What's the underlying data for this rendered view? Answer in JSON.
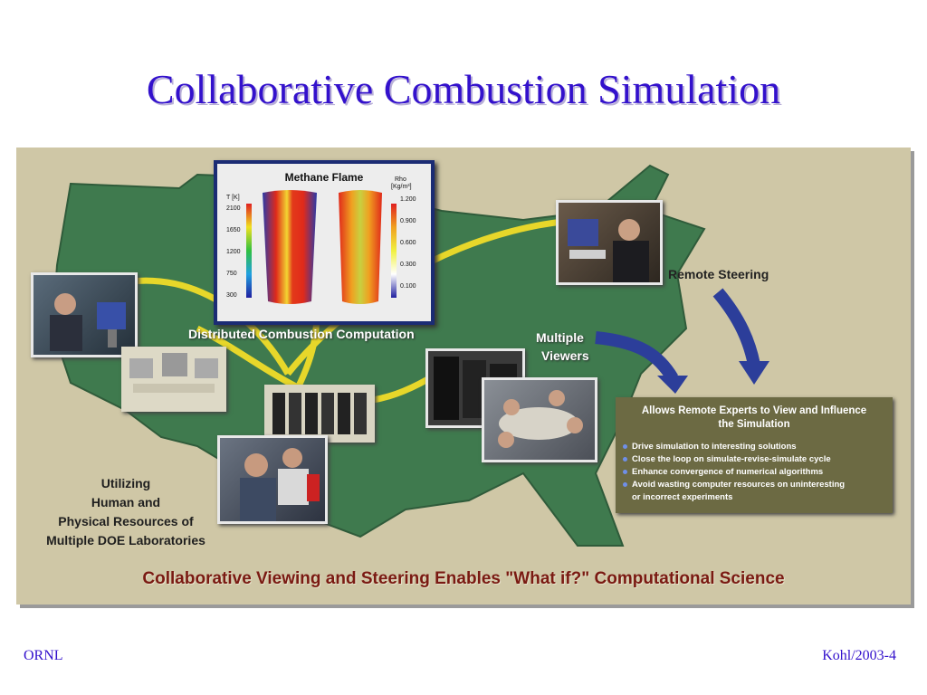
{
  "slide": {
    "title": "Collaborative Combustion Simulation",
    "footer_left": "ORNL",
    "footer_right": "Kohl/2003-4"
  },
  "poster": {
    "flame_chart": {
      "title": "Methane Flame",
      "left_axis_label": "T [K]",
      "left_ticks": [
        "2100",
        "1650",
        "1200",
        "750",
        "300"
      ],
      "right_axis_label_1": "Rho",
      "right_axis_label_2": "[Kg/m³]",
      "right_ticks": [
        "1.200",
        "0.900",
        "0.600",
        "0.300",
        "0.100"
      ]
    },
    "labels": {
      "distributed": "Distributed Combustion Computation",
      "remote_steering": "Remote Steering",
      "multiple_viewers_1": "Multiple",
      "multiple_viewers_2": "Viewers"
    },
    "utilizing": [
      "Utilizing",
      "Human and",
      "Physical Resources of",
      "Multiple DOE Laboratories"
    ],
    "info_box": {
      "title_1": "Allows Remote Experts to View and Influence",
      "title_2": "the Simulation",
      "bullets": [
        "Drive simulation to interesting solutions",
        "Close the loop on simulate-revise-simulate cycle",
        "Enhance convergence of numerical algorithms",
        "Avoid wasting computer resources on uninteresting",
        "or incorrect experiments"
      ]
    },
    "caption": "Collaborative Viewing and Steering Enables \"What if?\" Computational Science"
  }
}
